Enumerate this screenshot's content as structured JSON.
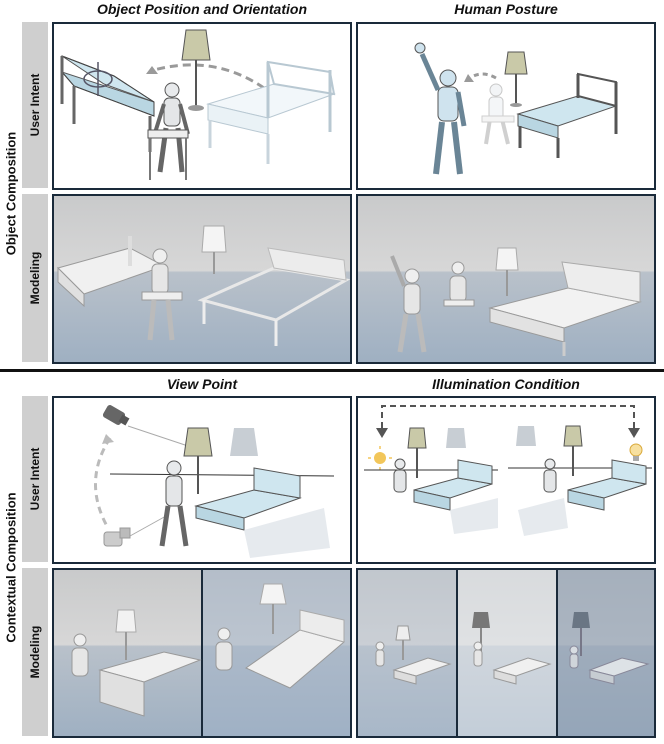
{
  "top": {
    "titles": [
      "Object Position and Orientation",
      "Human Posture"
    ],
    "group_label": "Object Composition",
    "row_labels": [
      "User Intent",
      "Modeling"
    ]
  },
  "bottom": {
    "titles": [
      "View Point",
      "Illumination Condition"
    ],
    "group_label": "Contextual Composition",
    "row_labels": [
      "User Intent",
      "Modeling"
    ]
  },
  "colors": {
    "frame": "#1a2a3a",
    "bed_blue": "#cfe6ef",
    "lamp_shade": "#c9c9a8",
    "light_bulb": "#f2c65a",
    "render_floor": "#a9b7c6"
  },
  "icons": [
    "camera-icon",
    "sun-icon",
    "lightbulb-icon",
    "rotate-gizmo-icon"
  ]
}
